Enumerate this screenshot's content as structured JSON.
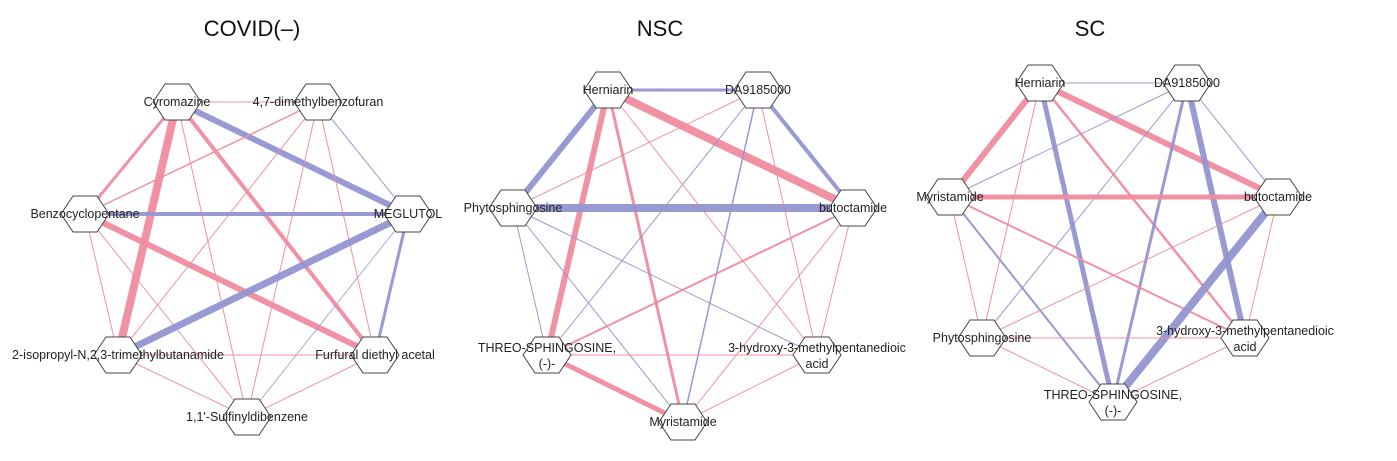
{
  "colors": {
    "positive": "#ef8c9f",
    "negative": "#9494d2",
    "node_fill": "#ffffff",
    "node_stroke": "#444444"
  },
  "panels": [
    {
      "title": "COVID(–)",
      "nodes": [
        [
          "Cyromazine"
        ],
        [
          "4,7-dimethylbenzofuran"
        ],
        [
          "Benzocyclopentane"
        ],
        [
          "MEGLUTOL"
        ],
        [
          "2-isopropyl-N,2,3-trimethylbutanamide"
        ],
        [
          "Furfural diethyl acetal"
        ],
        [
          "1,1'-Sulfinyldibenzene"
        ]
      ],
      "edges": [
        [
          0,
          1,
          "pos",
          1
        ],
        [
          0,
          2,
          "pos",
          3
        ],
        [
          0,
          4,
          "pos",
          8
        ],
        [
          0,
          3,
          "neg",
          6
        ],
        [
          0,
          5,
          "pos",
          4
        ],
        [
          0,
          6,
          "pos",
          1
        ],
        [
          1,
          2,
          "pos",
          1.5
        ],
        [
          1,
          3,
          "neg",
          1
        ],
        [
          1,
          4,
          "pos",
          1
        ],
        [
          1,
          5,
          "pos",
          1
        ],
        [
          1,
          6,
          "pos",
          1
        ],
        [
          2,
          3,
          "neg",
          4
        ],
        [
          2,
          5,
          "pos",
          6
        ],
        [
          2,
          4,
          "pos",
          1
        ],
        [
          2,
          6,
          "pos",
          1
        ],
        [
          3,
          4,
          "neg",
          7
        ],
        [
          3,
          5,
          "neg",
          3
        ],
        [
          3,
          6,
          "neg",
          0.8
        ],
        [
          4,
          5,
          "pos",
          1
        ],
        [
          4,
          6,
          "pos",
          1
        ],
        [
          5,
          6,
          "pos",
          1
        ]
      ]
    },
    {
      "title": "NSC",
      "nodes": [
        [
          "Herniarin"
        ],
        [
          "DA9185000"
        ],
        [
          "Phytosphingosine"
        ],
        [
          "butoctamide"
        ],
        [
          "THREO-SPHINGOSINE,",
          "(-)-"
        ],
        [
          "3-hydroxy-3-methylpentanedioic",
          "acid"
        ],
        [
          "Myristamide"
        ]
      ],
      "edges": [
        [
          0,
          1,
          "neg",
          3
        ],
        [
          0,
          3,
          "pos",
          8
        ],
        [
          0,
          2,
          "neg",
          6
        ],
        [
          0,
          4,
          "pos",
          6
        ],
        [
          0,
          6,
          "pos",
          3
        ],
        [
          0,
          5,
          "pos",
          1
        ],
        [
          1,
          2,
          "pos",
          1
        ],
        [
          1,
          3,
          "neg",
          4
        ],
        [
          1,
          4,
          "neg",
          1
        ],
        [
          1,
          6,
          "neg",
          1.5
        ],
        [
          1,
          5,
          "pos",
          1
        ],
        [
          2,
          3,
          "neg",
          8
        ],
        [
          2,
          4,
          "neg",
          1
        ],
        [
          2,
          6,
          "neg",
          1
        ],
        [
          2,
          5,
          "neg",
          1
        ],
        [
          3,
          4,
          "pos",
          2
        ],
        [
          3,
          5,
          "pos",
          1
        ],
        [
          3,
          6,
          "pos",
          1
        ],
        [
          4,
          5,
          "pos",
          1
        ],
        [
          4,
          6,
          "pos",
          5
        ],
        [
          5,
          6,
          "pos",
          1
        ]
      ]
    },
    {
      "title": "SC",
      "nodes": [
        [
          "Herniarin"
        ],
        [
          "DA9185000"
        ],
        [
          "Myristamide"
        ],
        [
          "butoctamide"
        ],
        [
          "Phytosphingosine"
        ],
        [
          "3-hydroxy-3-methylpentanedioic",
          "acid"
        ],
        [
          "THREO-SPHINGOSINE,",
          "(-)-"
        ]
      ],
      "edges": [
        [
          0,
          1,
          "neg",
          1
        ],
        [
          0,
          2,
          "pos",
          6
        ],
        [
          0,
          3,
          "pos",
          6
        ],
        [
          0,
          6,
          "neg",
          5
        ],
        [
          0,
          5,
          "pos",
          2.5
        ],
        [
          0,
          4,
          "pos",
          1
        ],
        [
          1,
          2,
          "neg",
          1
        ],
        [
          1,
          4,
          "neg",
          1
        ],
        [
          1,
          6,
          "neg",
          3
        ],
        [
          1,
          5,
          "neg",
          6
        ],
        [
          1,
          3,
          "neg",
          1
        ],
        [
          2,
          3,
          "pos",
          5
        ],
        [
          2,
          5,
          "pos",
          2
        ],
        [
          2,
          6,
          "neg",
          2
        ],
        [
          2,
          4,
          "pos",
          1
        ],
        [
          3,
          6,
          "neg",
          8
        ],
        [
          3,
          4,
          "pos",
          1
        ],
        [
          3,
          5,
          "pos",
          1
        ],
        [
          4,
          5,
          "pos",
          1
        ],
        [
          4,
          6,
          "pos",
          1
        ],
        [
          5,
          6,
          "pos",
          1
        ]
      ]
    }
  ]
}
